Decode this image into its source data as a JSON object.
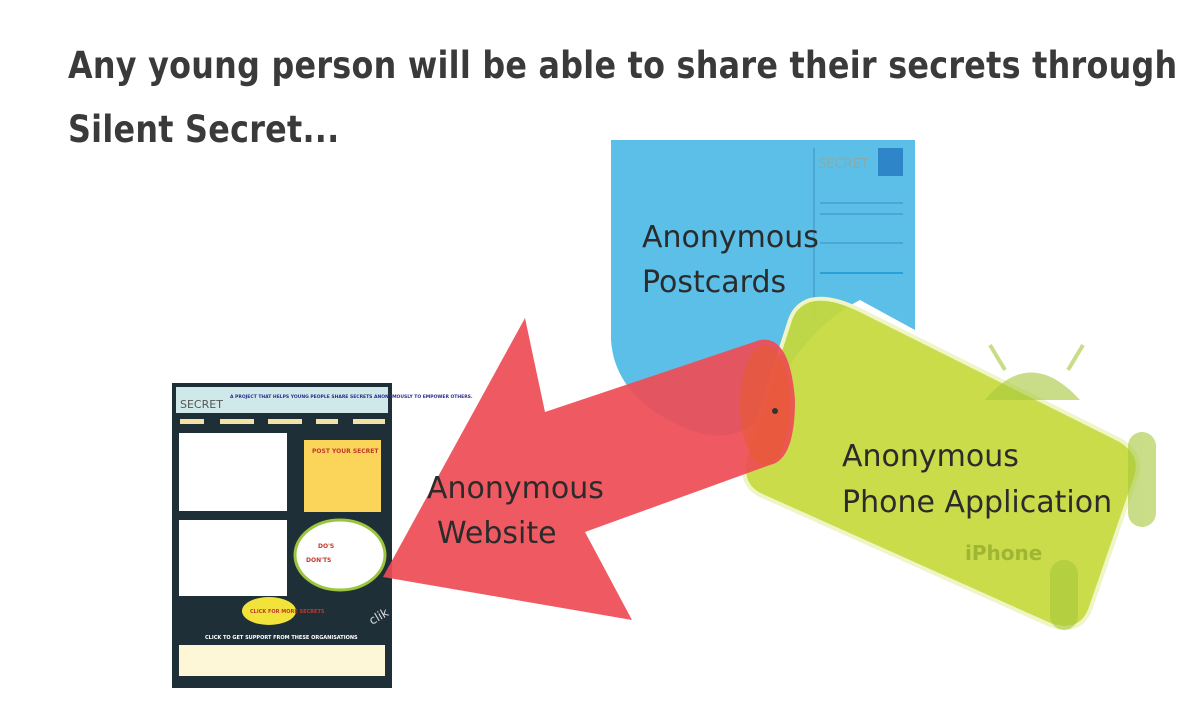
{
  "title": {
    "line1": "Any young person will be able to share their secrets through",
    "line2": "Silent Secret..."
  },
  "channels": [
    {
      "line1": "Anonymous",
      "line2": "Postcards",
      "color": "#5bbfe8"
    },
    {
      "line1": "Anonymous",
      "line2": "Website",
      "color": "#ee4c55"
    },
    {
      "line1": "Anonymous",
      "line2": "Phone Application",
      "color": "#c5d93a"
    }
  ],
  "postcard": {
    "logo": "SECRET"
  },
  "website": {
    "logo": "SECRET",
    "tagline": "A PROJECT THAT HELPS YOUNG PEOPLE SHARE SECRETS ANONYMOUSLY TO EMPOWER OTHERS.",
    "post_secret": "POST YOUR SECRET",
    "more_secrets": "CLICK FOR MORE SECRETS",
    "organisations": "CLICK TO GET SUPPORT FROM THESE ORGANISATIONS",
    "dos": "DO'S",
    "donts": "DON'TS",
    "click": "clik"
  },
  "phone": {
    "iphone": "iPhone"
  }
}
